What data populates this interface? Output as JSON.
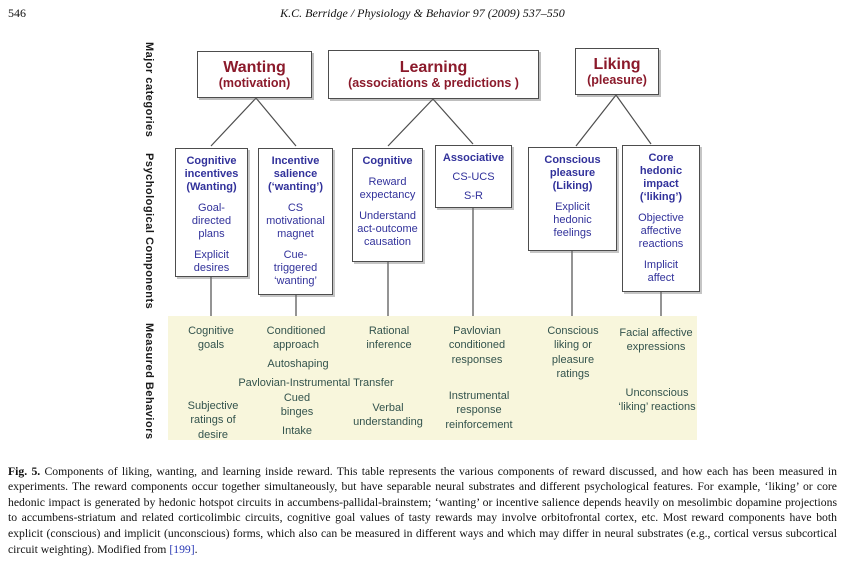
{
  "page_header": {
    "page_number": "546",
    "running_head": "K.C. Berridge / Physiology & Behavior 97 (2009) 537–550"
  },
  "row_labels": {
    "major_categories": "Major categories",
    "psychological_components": "Psychological Components",
    "measured_behaviors": "Measured Behaviors"
  },
  "categories": [
    {
      "title": "Wanting",
      "subtitle": "(motivation)"
    },
    {
      "title": "Learning",
      "subtitle": "(associations & predictions )"
    },
    {
      "title": "Liking",
      "subtitle": "(pleasure)"
    }
  ],
  "components": [
    {
      "title": "Cognitive incentives (Wanting)",
      "items": [
        "Goal-directed plans",
        "Explicit desires"
      ]
    },
    {
      "title": "Incentive salience (‘wanting’)",
      "items": [
        "CS motivational magnet",
        "Cue-triggered ‘wanting’"
      ]
    },
    {
      "title": "Cognitive",
      "items": [
        "Reward expectancy",
        "Understand act-outcome causation"
      ]
    },
    {
      "title": "Associative",
      "items": [
        "CS-UCS",
        "S-R"
      ]
    },
    {
      "title": "Conscious pleasure (Liking)",
      "items": [
        "Explicit hedonic feelings"
      ]
    },
    {
      "title": "Core hedonic impact (‘liking’)",
      "items": [
        "Objective affective reactions",
        "Implicit affect"
      ]
    }
  ],
  "measured_behaviors": {
    "cognitive_goals": "Cognitive goals",
    "conditioned_approach": "Conditioned approach",
    "autoshaping": "Autoshaping",
    "pavlovian_instrumental_transfer": "Pavlovian-Instrumental Transfer",
    "rational_inference": "Rational inference",
    "pavlovian_conditioned_responses": "Pavlovian conditioned responses",
    "conscious_liking_ratings": "Conscious liking or pleasure ratings",
    "facial_affective_expressions": "Facial affective expressions",
    "subjective_ratings_of_desire": "Subjective ratings of desire",
    "cued_binges": "Cued binges",
    "intake": "Intake",
    "verbal_understanding": "Verbal understanding",
    "instrumental_response_reinforcement": "Instrumental response reinforcement",
    "unconscious_liking_reactions": "Unconscious ‘liking’ reactions"
  },
  "caption": {
    "label": "Fig. 5.",
    "body": " Components of liking, wanting, and learning inside reward. This table represents the various components of reward discussed, and how each has been measured in experiments. The reward components occur together simultaneously, but have separable neural substrates and different psychological features. For example, ‘liking’ or core hedonic impact is generated by hedonic hotspot circuits in accumbens-pallidal-brainstem; ‘wanting’ or incentive salience depends heavily on mesolimbic dopamine projections to accumbens-striatum and related corticolimbic circuits, cognitive goal values of tasty rewards may involve orbitofrontal cortex, etc. Most reward components have both explicit (conscious) and implicit (unconscious) forms, which also can be measured in different ways and which may differ in neural substrates (e.g., cortical versus subcortical circuit weighting). Modified from ",
    "ref": "[199]",
    "period": "."
  },
  "colors": {
    "category_text": "#8b1a2b",
    "component_text": "#32329b",
    "measured_text": "#33534d",
    "measured_panel_bg": "#f8f6dc",
    "reference_link": "#2b3ab5",
    "box_border": "#4d4d4d"
  }
}
